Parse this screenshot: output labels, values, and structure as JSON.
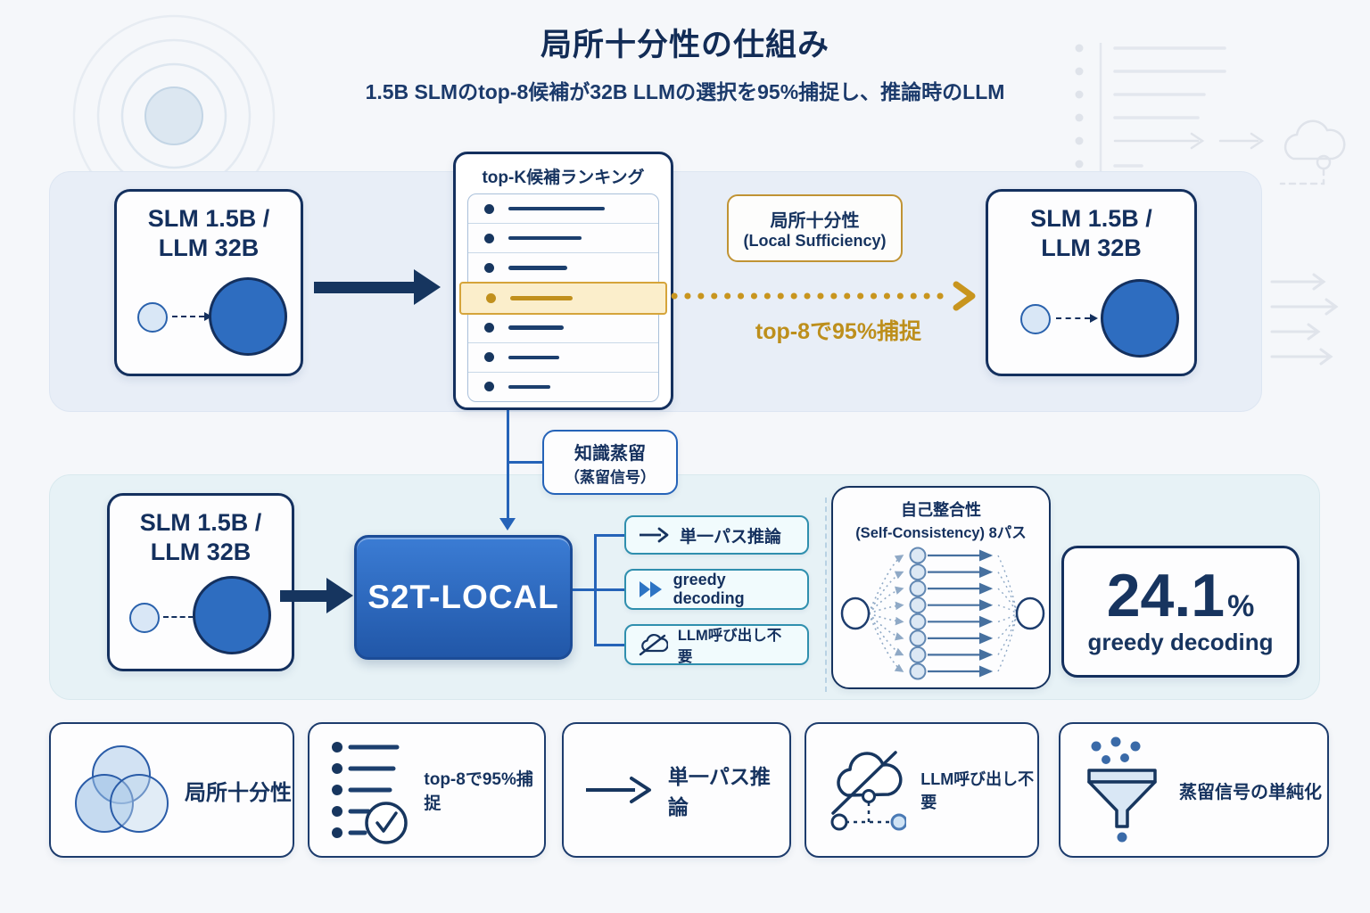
{
  "header": {
    "title": "局所十分性の仕組み",
    "subtitle": "1.5B SLMのtop-8候補が32B LLMの選択を95%捕捉し、推論時のLLM"
  },
  "top_flow": {
    "model_left": {
      "line1": "SLM 1.5B /",
      "line2": "LLM 32B"
    },
    "ranking": {
      "title": "top-K候補ランキング",
      "rows": [
        {
          "width": 108,
          "highlight": false
        },
        {
          "width": 82,
          "highlight": false
        },
        {
          "width": 66,
          "highlight": false
        },
        {
          "width": 70,
          "highlight": true
        },
        {
          "width": 62,
          "highlight": false
        },
        {
          "width": 57,
          "highlight": false
        },
        {
          "width": 47,
          "highlight": false
        }
      ]
    },
    "sufficiency": {
      "line1": "局所十分性",
      "line2": "(Local Sufficiency)"
    },
    "capture_label": "top-8で95%捕捉",
    "model_right": {
      "line1": "SLM 1.5B /",
      "line2": "LLM 32B"
    }
  },
  "distillation": {
    "line1": "知識蒸留",
    "line2": "（蒸留信号）"
  },
  "main_flow": {
    "model": {
      "line1": "SLM 1.5B /",
      "line2": "LLM 32B"
    },
    "s2t_label": "S2T-LOCAL",
    "features": [
      {
        "icon": "single-pass-arrow-icon",
        "label": "単一パス推論"
      },
      {
        "icon": "fast-forward-icon",
        "label": "greedy decoding"
      },
      {
        "icon": "cloud-off-icon",
        "label": "LLM呼び出し不要"
      }
    ],
    "self_consistency": {
      "title": "自己整合性",
      "subtitle": "(Self-Consistency) 8パス",
      "paths": 8
    },
    "stat": {
      "value": "24.1",
      "unit": "%",
      "label": "greedy decoding"
    }
  },
  "legend": [
    {
      "icon": "venn-icon",
      "label": "局所十分性"
    },
    {
      "icon": "checklist-icon",
      "label": "top-8で95%捕捉"
    },
    {
      "icon": "arrow-icon",
      "label": "単一パス推論"
    },
    {
      "icon": "cloud-off-icon",
      "label": "LLM呼び出し不要"
    },
    {
      "icon": "funnel-icon",
      "label": "蒸留信号の単純化"
    }
  ],
  "colors": {
    "navy": "#14305e",
    "accent_blue": "#2e6dc0",
    "connector_blue": "#2563b8",
    "gold": "#c0921f",
    "gold_highlight_bg": "#fbeecb",
    "teal_border": "#2f8fae",
    "panel_top_bg": "#e8eef7",
    "panel_main_bg": "#e7f2f6",
    "page_bg": "#f5f7fa"
  }
}
